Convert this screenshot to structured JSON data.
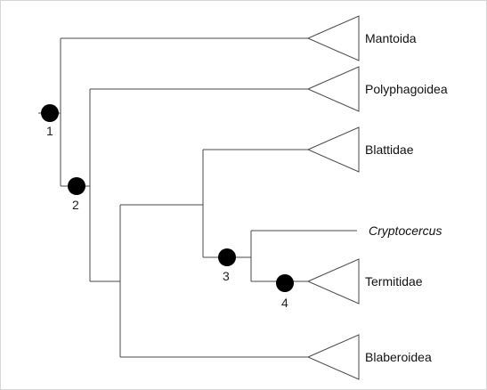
{
  "tree": {
    "taxa": {
      "mantoida": "Mantoida",
      "polyphagoidea": "Polyphagoidea",
      "blattidae": "Blattidae",
      "cryptocercus": "Cryptocercus",
      "termitidae": "Termitidae",
      "blaberoidea": "Blaberoidea"
    },
    "nodes": {
      "n1": "1",
      "n2": "2",
      "n3": "3",
      "n4": "4"
    },
    "colors": {
      "line": "#4a4a4a",
      "node": "#000000",
      "background": "#ffffff",
      "border": "#d7d7d7"
    }
  }
}
